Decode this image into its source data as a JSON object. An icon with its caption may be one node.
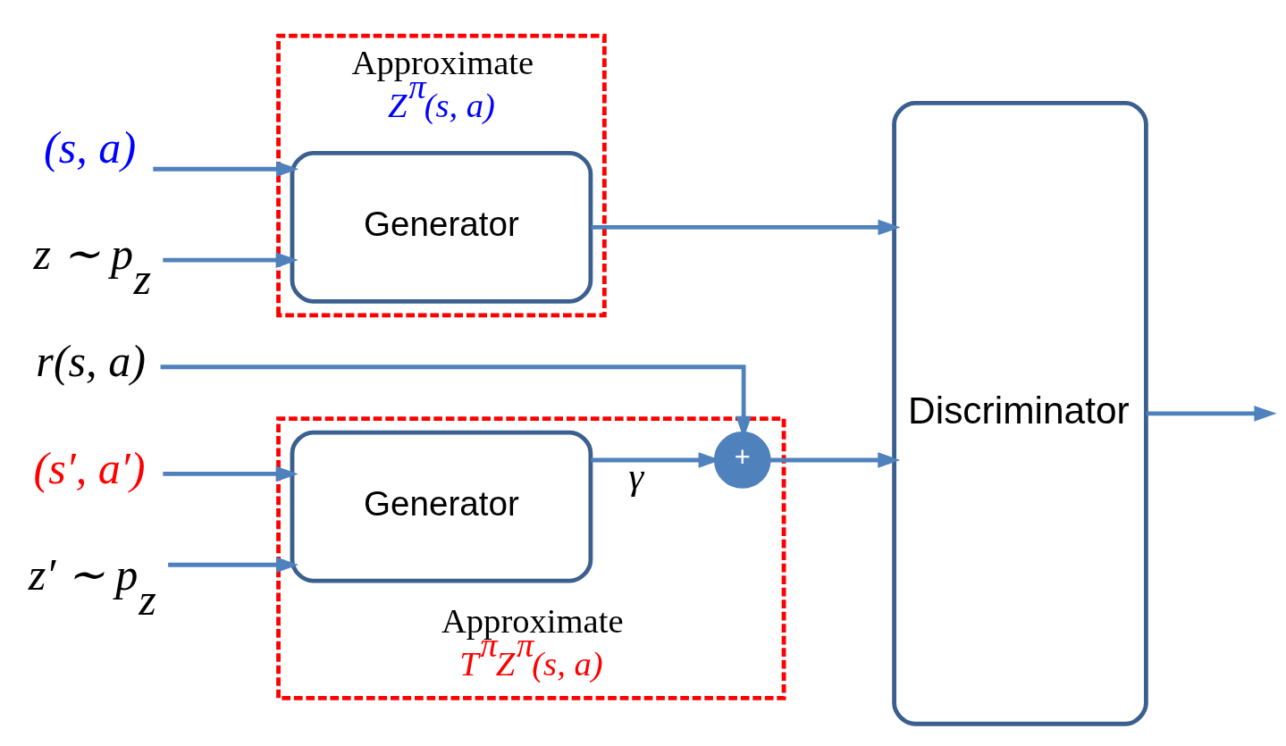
{
  "diagram": {
    "nodes": [
      {
        "text": [
          "Approximate",
          "Z$^{π}$(s, a)"
        ]
      },
      {
        "text": [
          "Generator"
        ],
        "in": 0
      },
      {
        "text": [
          "Approximate",
          "T$^{π}$Z$^{π}$(s, a)"
        ]
      },
      {
        "text": [
          "Generator"
        ],
        "in": 2
      },
      {
        "text": [
          "+"
        ],
        "in": 2
      },
      {
        "text": [
          "Discriminator"
        ]
      },
      {
        "text": [
          "(s, a)"
        ]
      },
      {
        "text": [
          "z ∼ p$_{z}$"
        ]
      },
      {
        "text": [
          "r(s, a)"
        ]
      },
      {
        "text": [
          "(s′, a′)"
        ]
      },
      {
        "text": [
          "z′ ∼ p$_{z}$"
        ]
      }
    ],
    "edges": [
      {
        "from": 6,
        "to": 1,
        "arrow": "to"
      },
      {
        "from": 7,
        "to": 1,
        "arrow": "to"
      },
      {
        "from": 1,
        "to": 5,
        "arrow": "to"
      },
      {
        "from": 8,
        "to": 4,
        "arrow": "to"
      },
      {
        "from": 9,
        "to": 3,
        "arrow": "to"
      },
      {
        "from": 10,
        "to": 3,
        "arrow": "to"
      },
      {
        "from": 3,
        "to": 4,
        "arrow": "to",
        "label": "γ"
      },
      {
        "from": 4,
        "to": 5,
        "arrow": "to"
      },
      {
        "from": 5,
        "to": null,
        "arrow": "to"
      }
    ]
  }
}
